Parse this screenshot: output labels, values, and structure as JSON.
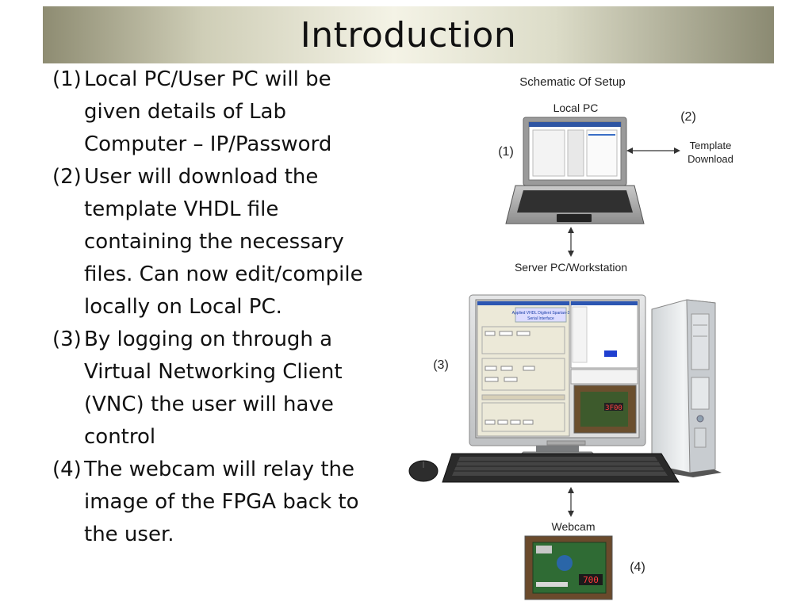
{
  "slide": {
    "title": "Introduction"
  },
  "bullets": [
    {
      "num": "(1)",
      "text": "Local PC/User PC will be given details of Lab Computer – IP/Password"
    },
    {
      "num": "(2)",
      "text": "User will download the template VHDL file containing the necessary files. Can now edit/compile locally on Local PC."
    },
    {
      "num": "(3)",
      "text": "By logging on through a Virtual Networking Client (VNC) the user will have control"
    },
    {
      "num": "(4)",
      "text": "The webcam will relay the image of the FPGA back to the user."
    }
  ],
  "diagram": {
    "heading": "Schematic Of Setup",
    "local_pc": "Local PC",
    "template_line1": "Template",
    "template_line2": "Download",
    "server": "Server PC/Workstation",
    "webcam": "Webcam",
    "marker1": "(1)",
    "marker2": "(2)",
    "marker3": "(3)",
    "marker4": "(4)",
    "board_display": "700",
    "monitor_banner_line1": "Applied VHDL Digilent Spartan-3",
    "monitor_banner_line2": "Serial Interface"
  }
}
